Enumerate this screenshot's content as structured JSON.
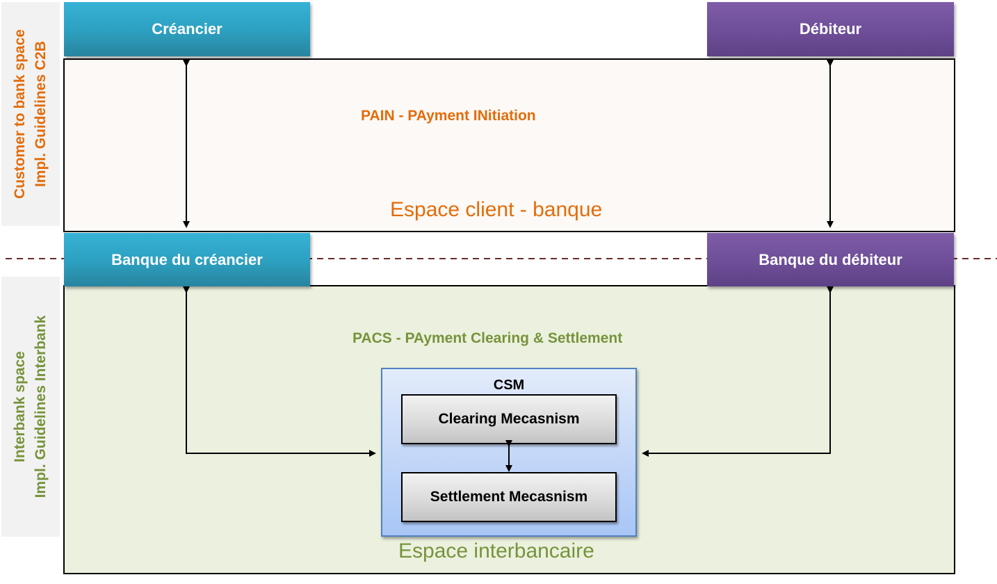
{
  "side_labels": {
    "c2b": {
      "line1": "Customer to bank space",
      "line2": "Impl. Guidelines C2B",
      "color": "#e36c0a"
    },
    "interbank": {
      "line1": "Interbank space",
      "line2": "Impl. Guidelines Interbank",
      "color": "#77933c"
    }
  },
  "actors": {
    "creditor": "Créancier",
    "debtor": "Débiteur",
    "creditor_bank": "Banque du créancier",
    "debtor_bank": "Banque du débiteur"
  },
  "zones": {
    "c2b": {
      "protocol": "PAIN - PAyment INitiation",
      "title": "Espace client - banque",
      "color": "#e36c0a"
    },
    "interbank": {
      "protocol": "PACS - PAyment Clearing & Settlement",
      "title": "Espace interbancaire",
      "color": "#77933c"
    }
  },
  "csm": {
    "title": "CSM",
    "clearing": "Clearing Mecasnism",
    "settlement": "Settlement Mecasnism"
  },
  "colors": {
    "creditor_accent": "#31a9cc",
    "debtor_accent": "#7253a0",
    "divider": "#6b2a2a"
  }
}
